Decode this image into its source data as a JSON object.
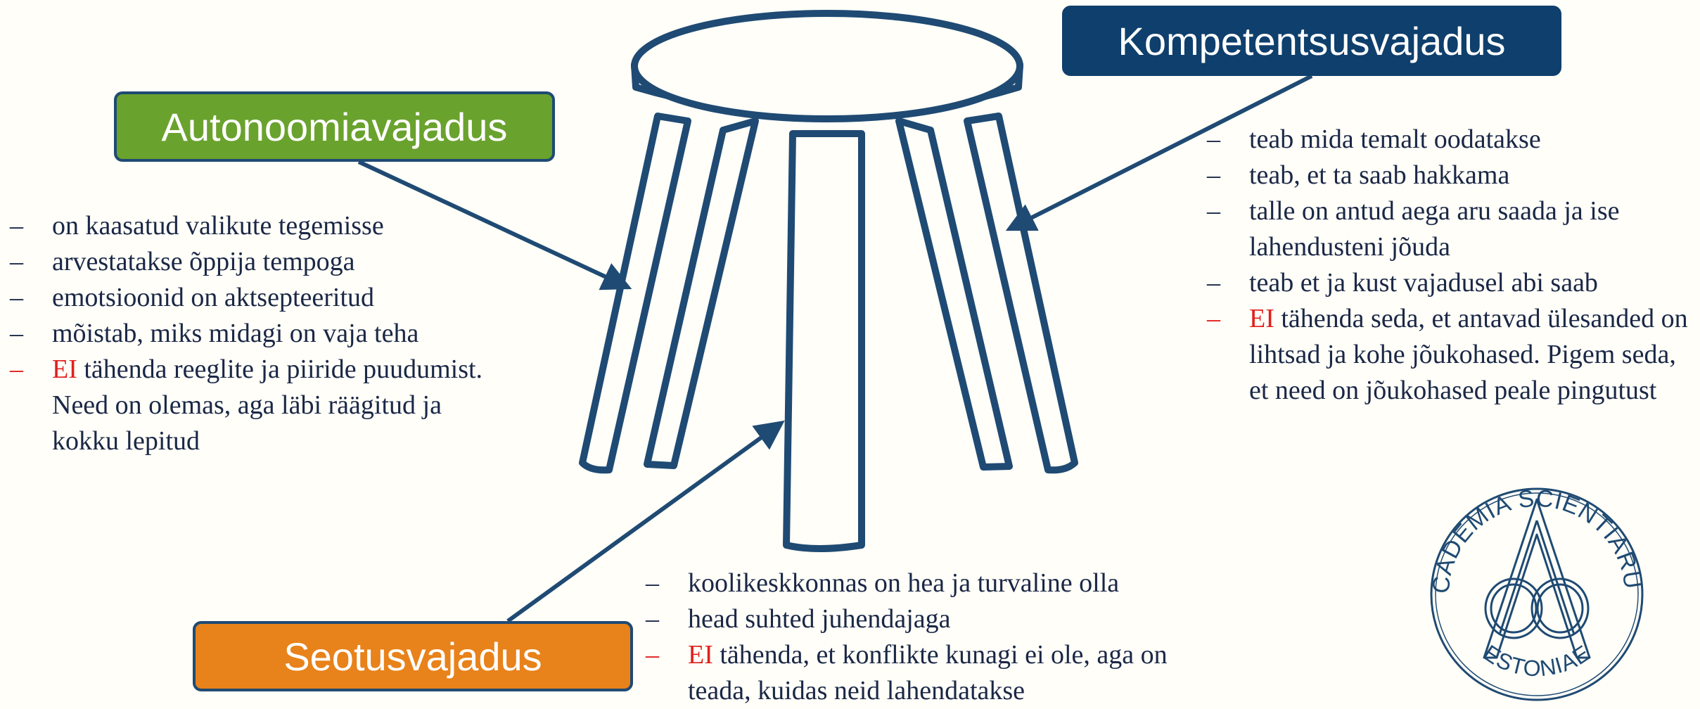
{
  "autonomy": {
    "title": "Autonoomiavajadus",
    "items": [
      "on kaasatud valikute tegemisse",
      "arvestatakse õppija tempoga",
      "emotsioonid on aktsepteeritud",
      "mõistab, miks midagi on vaja teha"
    ],
    "negative": {
      "word": "EI",
      "text": " tähenda reeglite ja piiride puudumist. Need on olemas, aga läbi räägitud ja kokku lepitud"
    }
  },
  "competence": {
    "title": "Kompetentsusvajadus",
    "items": [
      "teab mida temalt oodatakse",
      "teab, et ta saab hakkama",
      "talle on antud aega aru saada ja ise lahendusteni jõuda",
      "teab et ja kust vajadusel abi saab"
    ],
    "negative": {
      "word": "EI",
      "text": " tähenda seda, et antavad ülesanded on lihtsad ja kohe jõukohased. Pigem seda, et need on jõukohased peale pingutust"
    }
  },
  "relatedness": {
    "title": "Seotusvajadus",
    "items": [
      "koolikeskkonnas on hea ja turvaline olla",
      "head suhted juhendajaga"
    ],
    "negative": {
      "word": "EI",
      "text": " tähenda, et konflikte kunagi ei ole, aga on teada, kuidas neid lahendatakse"
    }
  },
  "seal": {
    "top_text": "ACADEMIA SCIENTIARUM",
    "bottom_text": "ESTONIAE",
    "icon": "academy-seal-icon"
  },
  "colors": {
    "autonomy": "#6aa22e",
    "competence": "#0f3f6c",
    "relatedness": "#e8821a",
    "stool": "#1f4a73",
    "negative": "#e0201c",
    "text": "#1a2746"
  }
}
